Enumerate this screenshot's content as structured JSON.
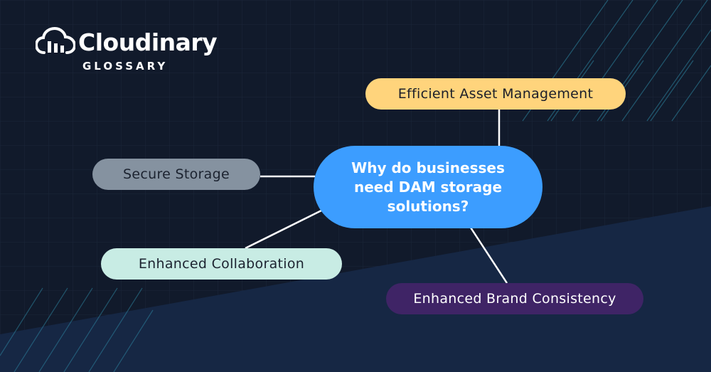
{
  "brand": {
    "name": "Cloudinary",
    "subtitle": "GLOSSARY",
    "logo_icon": "cloud-icon"
  },
  "diagram": {
    "center": "Why do businesses need DAM storage solutions?",
    "nodes": [
      {
        "id": "efficient",
        "label": "Efficient Asset Management",
        "color": "#ffd47c"
      },
      {
        "id": "secure",
        "label": "Secure Storage",
        "color": "#8592a0"
      },
      {
        "id": "collab",
        "label": "Enhanced Collaboration",
        "color": "#c8ece4"
      },
      {
        "id": "brand",
        "label": "Enhanced Brand Consistency",
        "color": "#3f2466"
      }
    ]
  },
  "colors": {
    "background": "#111a2b",
    "background_lower": "#162744",
    "center_node": "#3c9dff",
    "stripes": "#2f8ca8"
  }
}
